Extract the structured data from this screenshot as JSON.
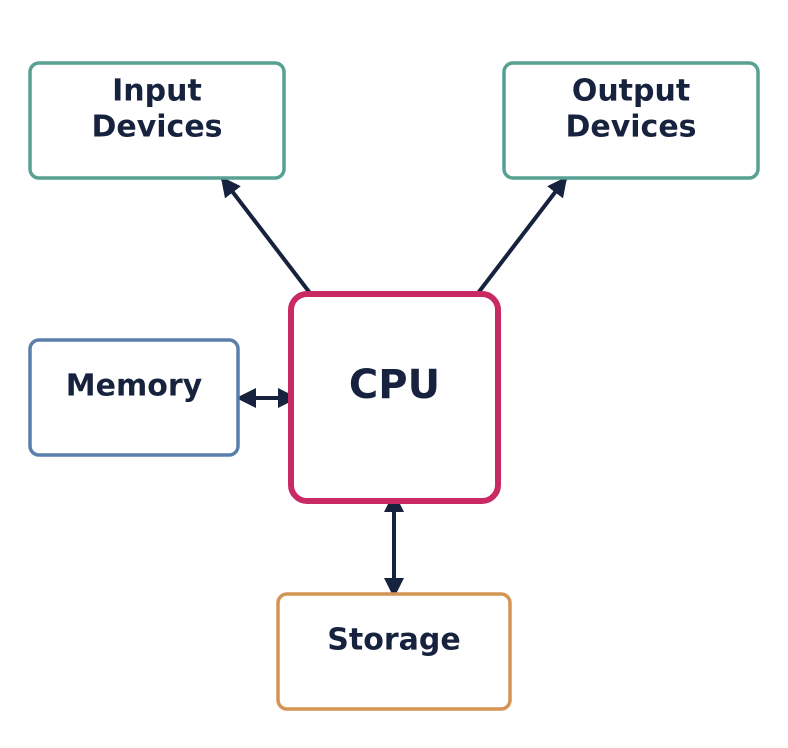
{
  "diagram": {
    "title": "",
    "text_color": "#17223f",
    "arrow_color": "#17223f",
    "nodes": [
      {
        "id": "input",
        "lines": [
          "Input",
          "Devices"
        ],
        "border_color": "#57a092"
      },
      {
        "id": "output",
        "lines": [
          "Output",
          "Devices"
        ],
        "border_color": "#57a092"
      },
      {
        "id": "memory",
        "lines": [
          "Memory"
        ],
        "border_color": "#5b7fab"
      },
      {
        "id": "cpu",
        "lines": [
          "CPU"
        ],
        "border_color": "#c92a64"
      },
      {
        "id": "storage",
        "lines": [
          "Storage"
        ],
        "border_color": "#d39454"
      }
    ],
    "edges": [
      {
        "from": "input",
        "to": "cpu",
        "direction": "bidirectional"
      },
      {
        "from": "output",
        "to": "cpu",
        "direction": "bidirectional"
      },
      {
        "from": "memory",
        "to": "cpu",
        "direction": "bidirectional"
      },
      {
        "from": "storage",
        "to": "cpu",
        "direction": "bidirectional"
      }
    ]
  }
}
